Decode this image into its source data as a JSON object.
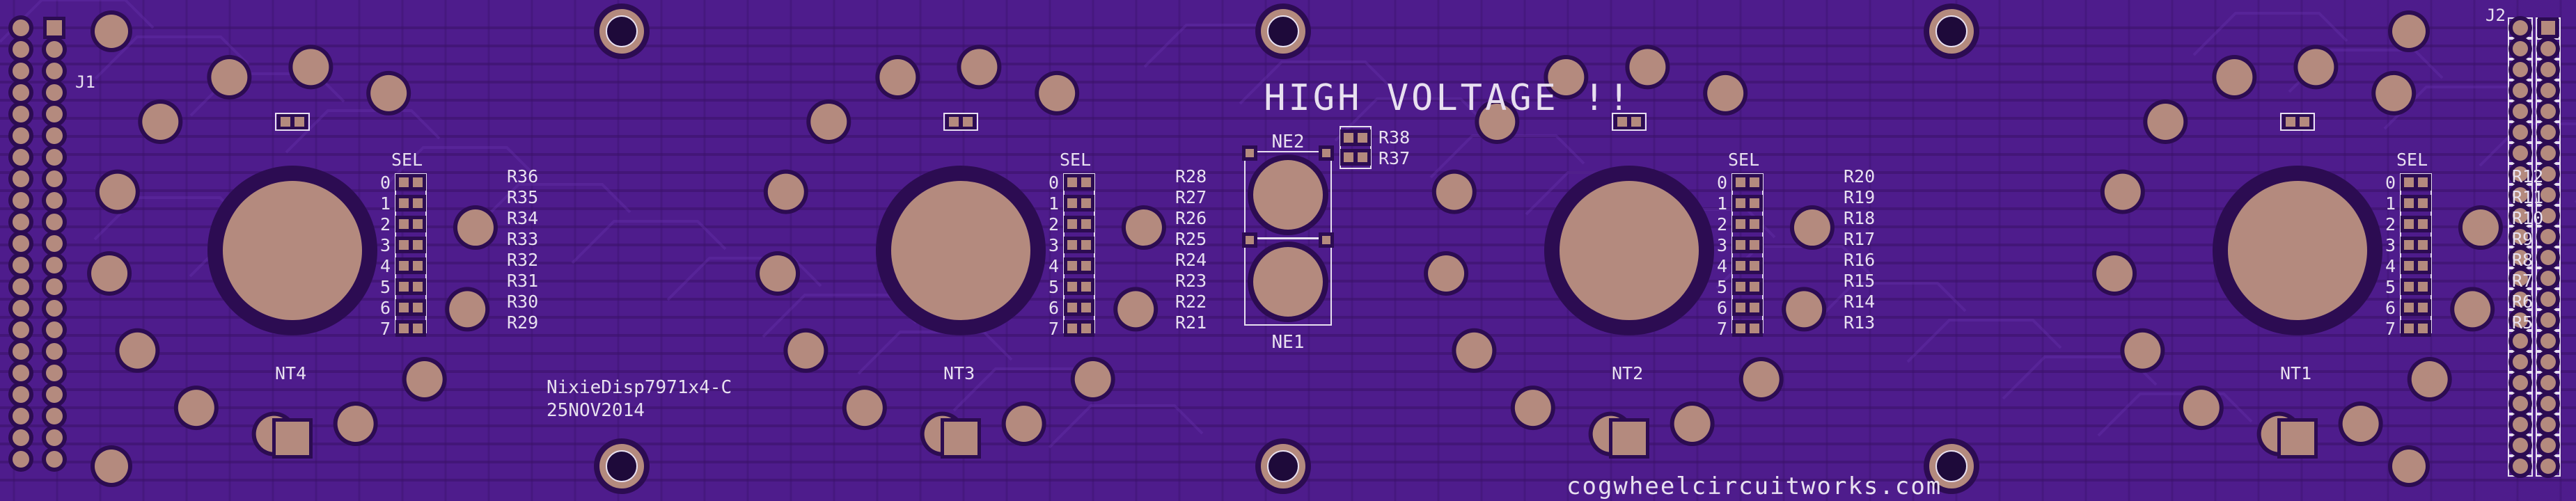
{
  "colors": {
    "board": "#4e1c8c",
    "trace": "#3a1268",
    "trace_light": "#6a34b0",
    "copper": "#b48a7e",
    "silk": "#e8e0f0",
    "clearance": "#2c0c52"
  },
  "board": {
    "title": "HIGH VOLTAGE !!",
    "part_number": "NixieDisp7971x4-C",
    "date": "25NOV2014",
    "website": "cogwheelcircuitworks.com"
  },
  "connectors": [
    {
      "id": "j1",
      "label": "J1"
    },
    {
      "id": "j2",
      "label": "J2"
    }
  ],
  "tubes": [
    {
      "id": "nt4",
      "label": "NT4",
      "sel_label": "SEL",
      "sel_digits": [
        "0",
        "1",
        "2",
        "3",
        "4",
        "5",
        "6",
        "7"
      ],
      "resistors": [
        "R36",
        "R35",
        "R34",
        "R33",
        "R32",
        "R31",
        "R30",
        "R29"
      ]
    },
    {
      "id": "nt3",
      "label": "NT3",
      "sel_label": "SEL",
      "sel_digits": [
        "0",
        "1",
        "2",
        "3",
        "4",
        "5",
        "6",
        "7"
      ],
      "resistors": [
        "R28",
        "R27",
        "R26",
        "R25",
        "R24",
        "R23",
        "R22",
        "R21"
      ]
    },
    {
      "id": "nt2",
      "label": "NT2",
      "sel_label": "SEL",
      "sel_digits": [
        "0",
        "1",
        "2",
        "3",
        "4",
        "5",
        "6",
        "7"
      ],
      "resistors": [
        "R20",
        "R19",
        "R18",
        "R17",
        "R16",
        "R15",
        "R14",
        "R13"
      ]
    },
    {
      "id": "nt1",
      "label": "NT1",
      "sel_label": "SEL",
      "sel_digits": [
        "0",
        "1",
        "2",
        "3",
        "4",
        "5",
        "6",
        "7"
      ],
      "resistors": [
        "R12",
        "R11",
        "R10",
        "R9",
        "R8",
        "R7",
        "R6",
        "R5"
      ]
    }
  ],
  "neon": [
    {
      "id": "ne2",
      "label": "NE2"
    },
    {
      "id": "ne1",
      "label": "NE1"
    }
  ],
  "extra_resistors": [
    "R38",
    "R37"
  ]
}
